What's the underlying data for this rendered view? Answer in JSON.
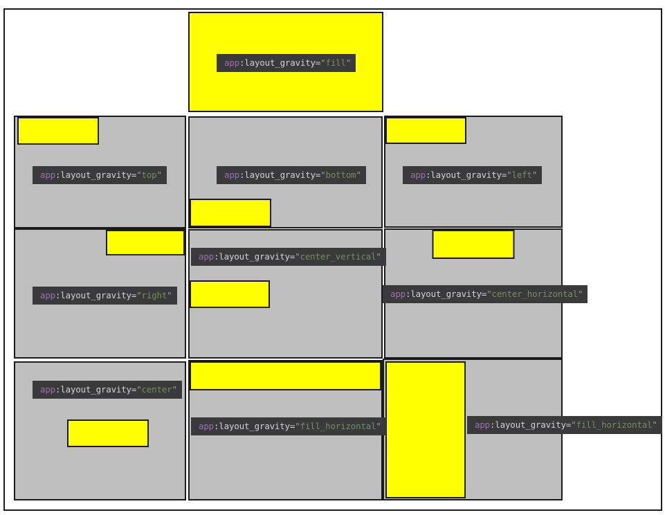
{
  "colors": {
    "page_bg": "#ffffff",
    "frame_border": "#1b1b1b",
    "cell_bg": "#bfbfbf",
    "cell_border": "#1b1b1b",
    "view_fill": "#ffff00",
    "label_bg": "#3a3a3c",
    "ns_text": "#9b6fb0",
    "attr_text": "#d2d2d4",
    "quote_text": "#93a286",
    "value_text": "#6f915c"
  },
  "code": {
    "ns": "app",
    "attr": ":layout_gravity=",
    "quote": "\""
  },
  "cells": [
    {
      "key": "fill",
      "value": "fill"
    },
    {
      "key": "top",
      "value": "top"
    },
    {
      "key": "bottom",
      "value": "bottom"
    },
    {
      "key": "left",
      "value": "left"
    },
    {
      "key": "right",
      "value": "right"
    },
    {
      "key": "center_vertical",
      "value": "center_vertical"
    },
    {
      "key": "center_horizontal",
      "value": "center_horizontal"
    },
    {
      "key": "center",
      "value": "center"
    },
    {
      "key": "fill_horizontal",
      "value": "fill_horizontal"
    },
    {
      "key": "fill_vertical_demo",
      "value": "fill_horizontal"
    }
  ]
}
